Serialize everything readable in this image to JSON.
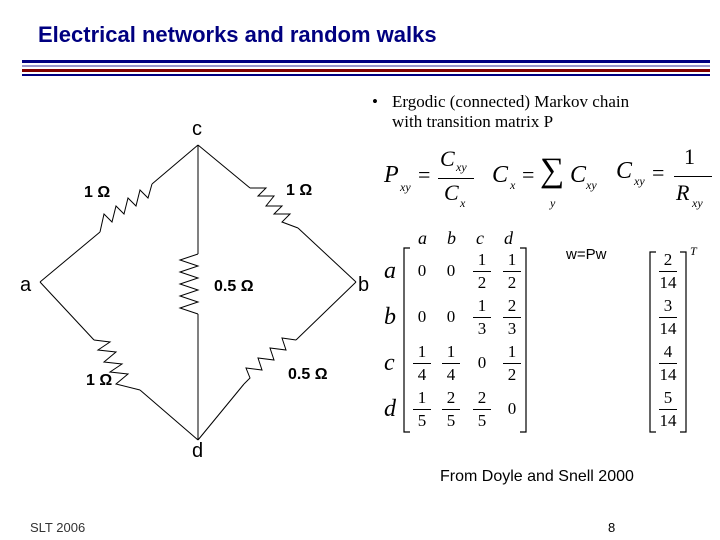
{
  "slide": {
    "title": "Electrical networks and random walks",
    "bullet_char": "•",
    "bullet_line1": "Ergodic (connected) Markov chain",
    "bullet_line2": "with transition matrix P",
    "credit": "From Doyle and Snell 2000",
    "footer_left": "SLT 2006",
    "page_number": "8"
  },
  "circuit": {
    "nodes": {
      "a": "a",
      "b": "b",
      "c": "c",
      "d": "d"
    },
    "resistors": {
      "ac": "1 Ω",
      "cb": "1 Ω",
      "cd": "0.5 Ω",
      "ad": "1 Ω",
      "bd": "0.5 Ω"
    }
  },
  "formulas": {
    "P": "P",
    "xy": "xy",
    "C": "C",
    "x": "x",
    "y": "y",
    "R": "R",
    "one": "1",
    "equals": "=",
    "sum": "∑"
  },
  "matrix": {
    "cols": [
      "a",
      "b",
      "c",
      "d"
    ],
    "rows": [
      "a",
      "b",
      "c",
      "d"
    ],
    "cells": [
      [
        "0",
        "0",
        "1/2",
        "1/2"
      ],
      [
        "0",
        "0",
        "1/3",
        "2/3"
      ],
      [
        "1/4",
        "1/4",
        "0",
        "1/2"
      ],
      [
        "1/5",
        "2/5",
        "2/5",
        "0"
      ]
    ]
  },
  "stationary": {
    "label": "w=Pw",
    "transpose": "T",
    "values": [
      "2/14",
      "3/14",
      "4/14",
      "5/14"
    ]
  }
}
